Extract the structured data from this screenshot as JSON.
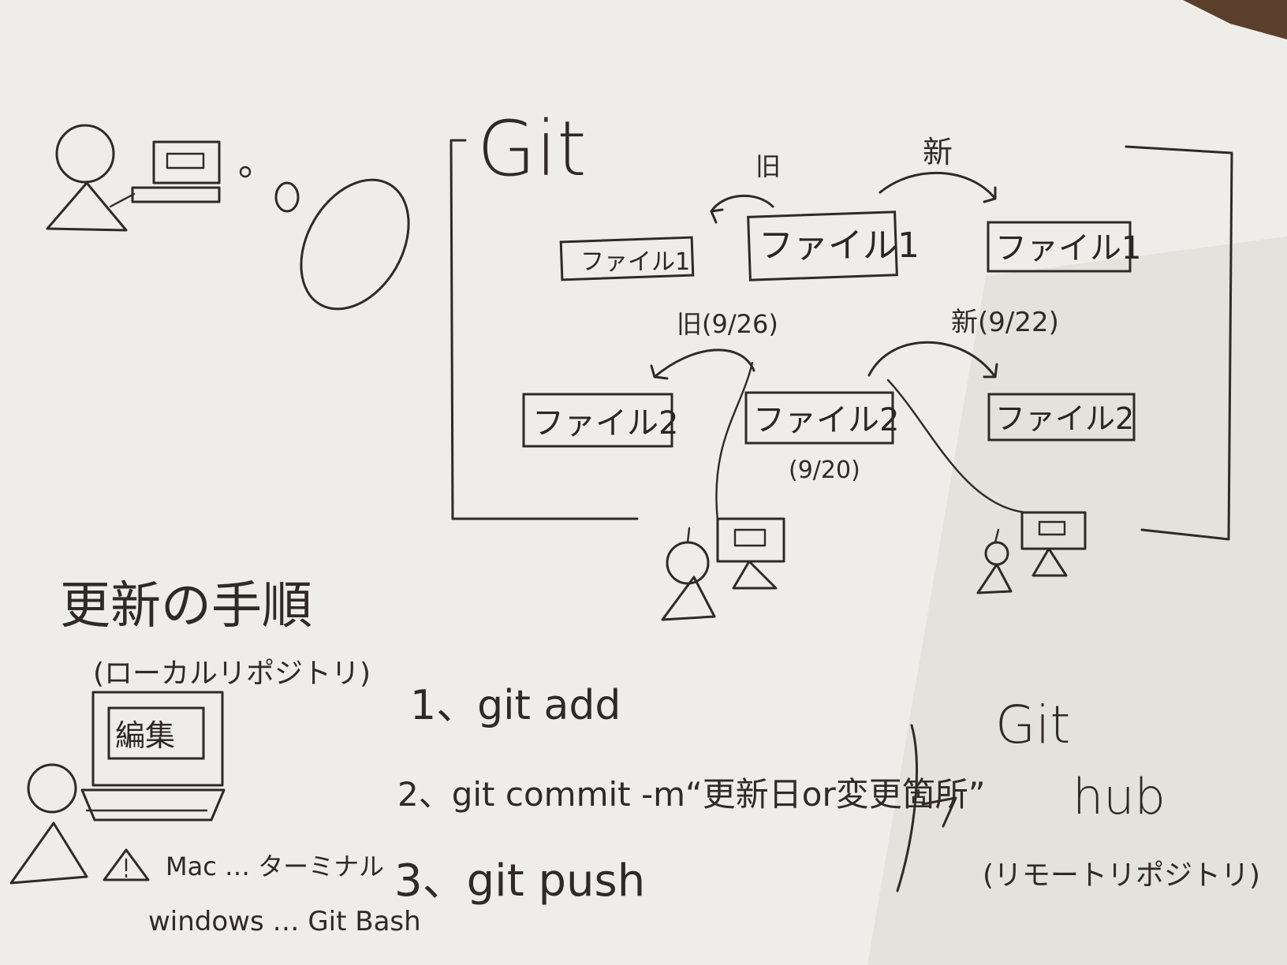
{
  "colors": {
    "paper": "#efeeea",
    "ink": "#2f2a26",
    "desk": "#5a3f2c"
  },
  "git_panel": {
    "title": "Git",
    "row1": {
      "old_label": "旧",
      "new_label": "新",
      "file_left": "ファイル1",
      "file_center": "ファイル1",
      "file_right": "ファイル1"
    },
    "row2": {
      "old_label": "旧(9/26)",
      "new_label": "新(9/22)",
      "file_left": "ファイル2",
      "file_center": "ファイル2",
      "file_center_date": "(9/20)",
      "file_right": "ファイル2"
    }
  },
  "procedure": {
    "title": "更新の手順",
    "subtitle": "(ローカルリポジトリ)",
    "screen_label": "編集",
    "steps": [
      "1、git add",
      "2、git commit -m“更新日or変更箇所”",
      "3、git push"
    ],
    "note_mac": "Mac … ターミナル",
    "note_windows": "windows … Git Bash"
  },
  "github": {
    "line1": "Git",
    "line2": "hub",
    "sub": "(リモートリポジトリ)"
  }
}
